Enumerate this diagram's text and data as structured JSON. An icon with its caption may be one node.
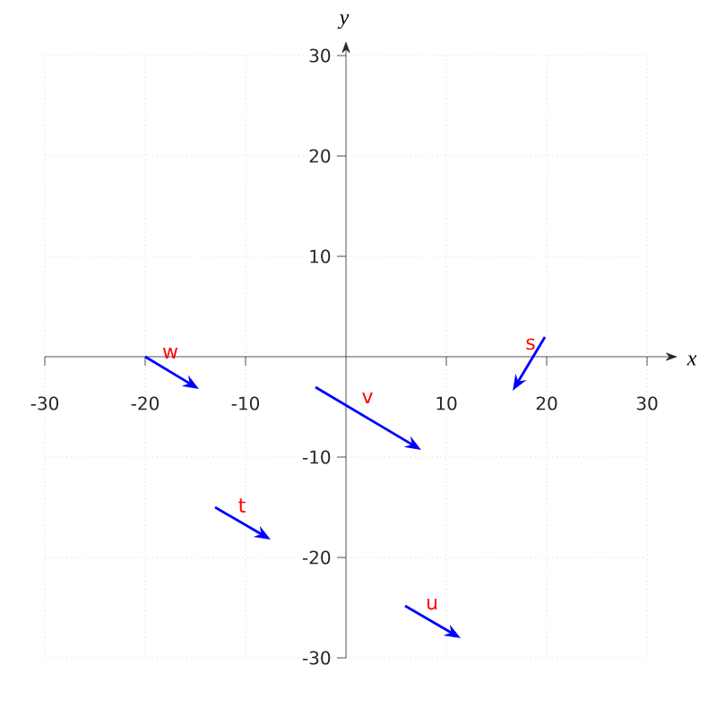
{
  "diagram": {
    "labels": [
      "y",
      "30",
      "20",
      "10",
      "w",
      "s",
      "x",
      "-30",
      "-20",
      "-10",
      "v",
      "10",
      "20",
      "30",
      "-10",
      "t",
      "-20",
      "u",
      "-30"
    ]
  }
}
